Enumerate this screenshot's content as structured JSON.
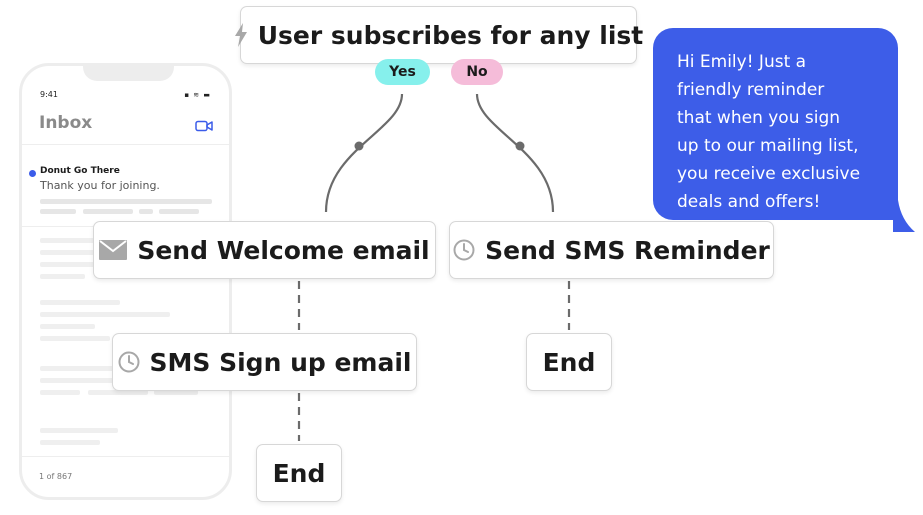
{
  "phone": {
    "status_time": "9:41",
    "status_icons": "▪ ≋ ▬",
    "inbox_title": "Inbox",
    "message_sender": "Donut Go There",
    "message_preview": "Thank you for joining.",
    "page_count": "1 of 867"
  },
  "flow": {
    "trigger": {
      "label": "User subscribes for any list",
      "icon": "lightning-icon"
    },
    "branch_yes": {
      "label": "Yes",
      "color": "#86f0ec"
    },
    "branch_no": {
      "label": "No",
      "color": "#f5bcd9"
    },
    "send_welcome": {
      "label": "Send Welcome email",
      "icon": "envelope-icon"
    },
    "send_sms": {
      "label": "Send SMS Reminder",
      "icon": "clock-icon"
    },
    "sms_signup": {
      "label": "SMS Sign up email",
      "icon": "clock-icon"
    },
    "end_left": {
      "label": "End"
    },
    "end_right": {
      "label": "End"
    }
  },
  "sms_bubble": {
    "lines": [
      "Hi Emily! Just a",
      "friendly reminder",
      "that when you sign",
      "up to our mailing list,",
      "you receive exclusive",
      "deals and offers!"
    ],
    "color": "#3d5de8"
  },
  "colors": {
    "connector": "#6b6b6b",
    "accent_blue": "#3b5ce9"
  }
}
